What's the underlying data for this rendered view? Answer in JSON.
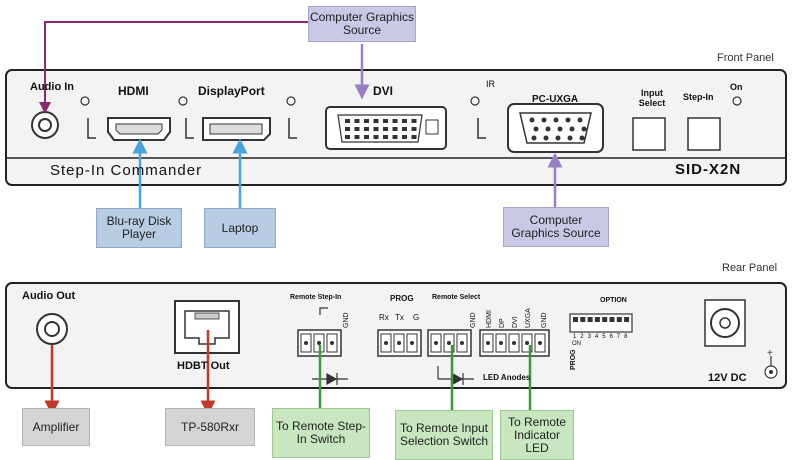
{
  "front_panel": {
    "title": "Front Panel",
    "brand": "Step-In Commander",
    "model": "SID-X2N",
    "connectors": {
      "audio_in": "Audio In",
      "hdmi": "HDMI",
      "displayport": "DisplayPort",
      "dvi": "DVI",
      "ir": "IR",
      "pc_uxga": "PC-UXGA",
      "input_select": "Input Select",
      "step_in": "Step-In",
      "on": "On"
    },
    "sources": {
      "top_source": "Computer Graphics Source",
      "bluray": "Blu-ray Disk Player",
      "laptop": "Laptop",
      "bottom_source": "Computer Graphics Source"
    }
  },
  "rear_panel": {
    "title": "Rear Panel",
    "connectors": {
      "audio_out": "Audio Out",
      "hdbt_out": "HDBT Out",
      "remote_step_in": "Remote Step-In",
      "prog": "PROG",
      "remote_select": "Remote Select",
      "option": "OPTION",
      "led_anodes": "LED Anodes",
      "dc_12v": "12V DC",
      "prog_side": "PROG",
      "on_small": "ON"
    },
    "pins": {
      "rx": "Rx",
      "tx": "Tx",
      "g": "G",
      "gnd": "GND",
      "hdmi": "HDMI",
      "dp": "DP",
      "dvi": "DVI",
      "uxga": "UXGA",
      "dip_numbers": [
        "1",
        "2",
        "3",
        "4",
        "5",
        "6",
        "7",
        "8"
      ]
    },
    "destinations": {
      "amplifier": "Amplifier",
      "receiver": "TP-580Rxr",
      "to_step_in": "To Remote Step-In Switch",
      "to_input_select": "To Remote Input Selection Switch",
      "to_led": "To Remote Indicator LED"
    }
  },
  "colors": {
    "front_source_purple": "#9b7fc6",
    "blue_cable": "#4aa3dc",
    "dark_purple_cable": "#8b2a6e",
    "red_cable": "#c0392b",
    "green_cable": "#3a9a3a"
  }
}
